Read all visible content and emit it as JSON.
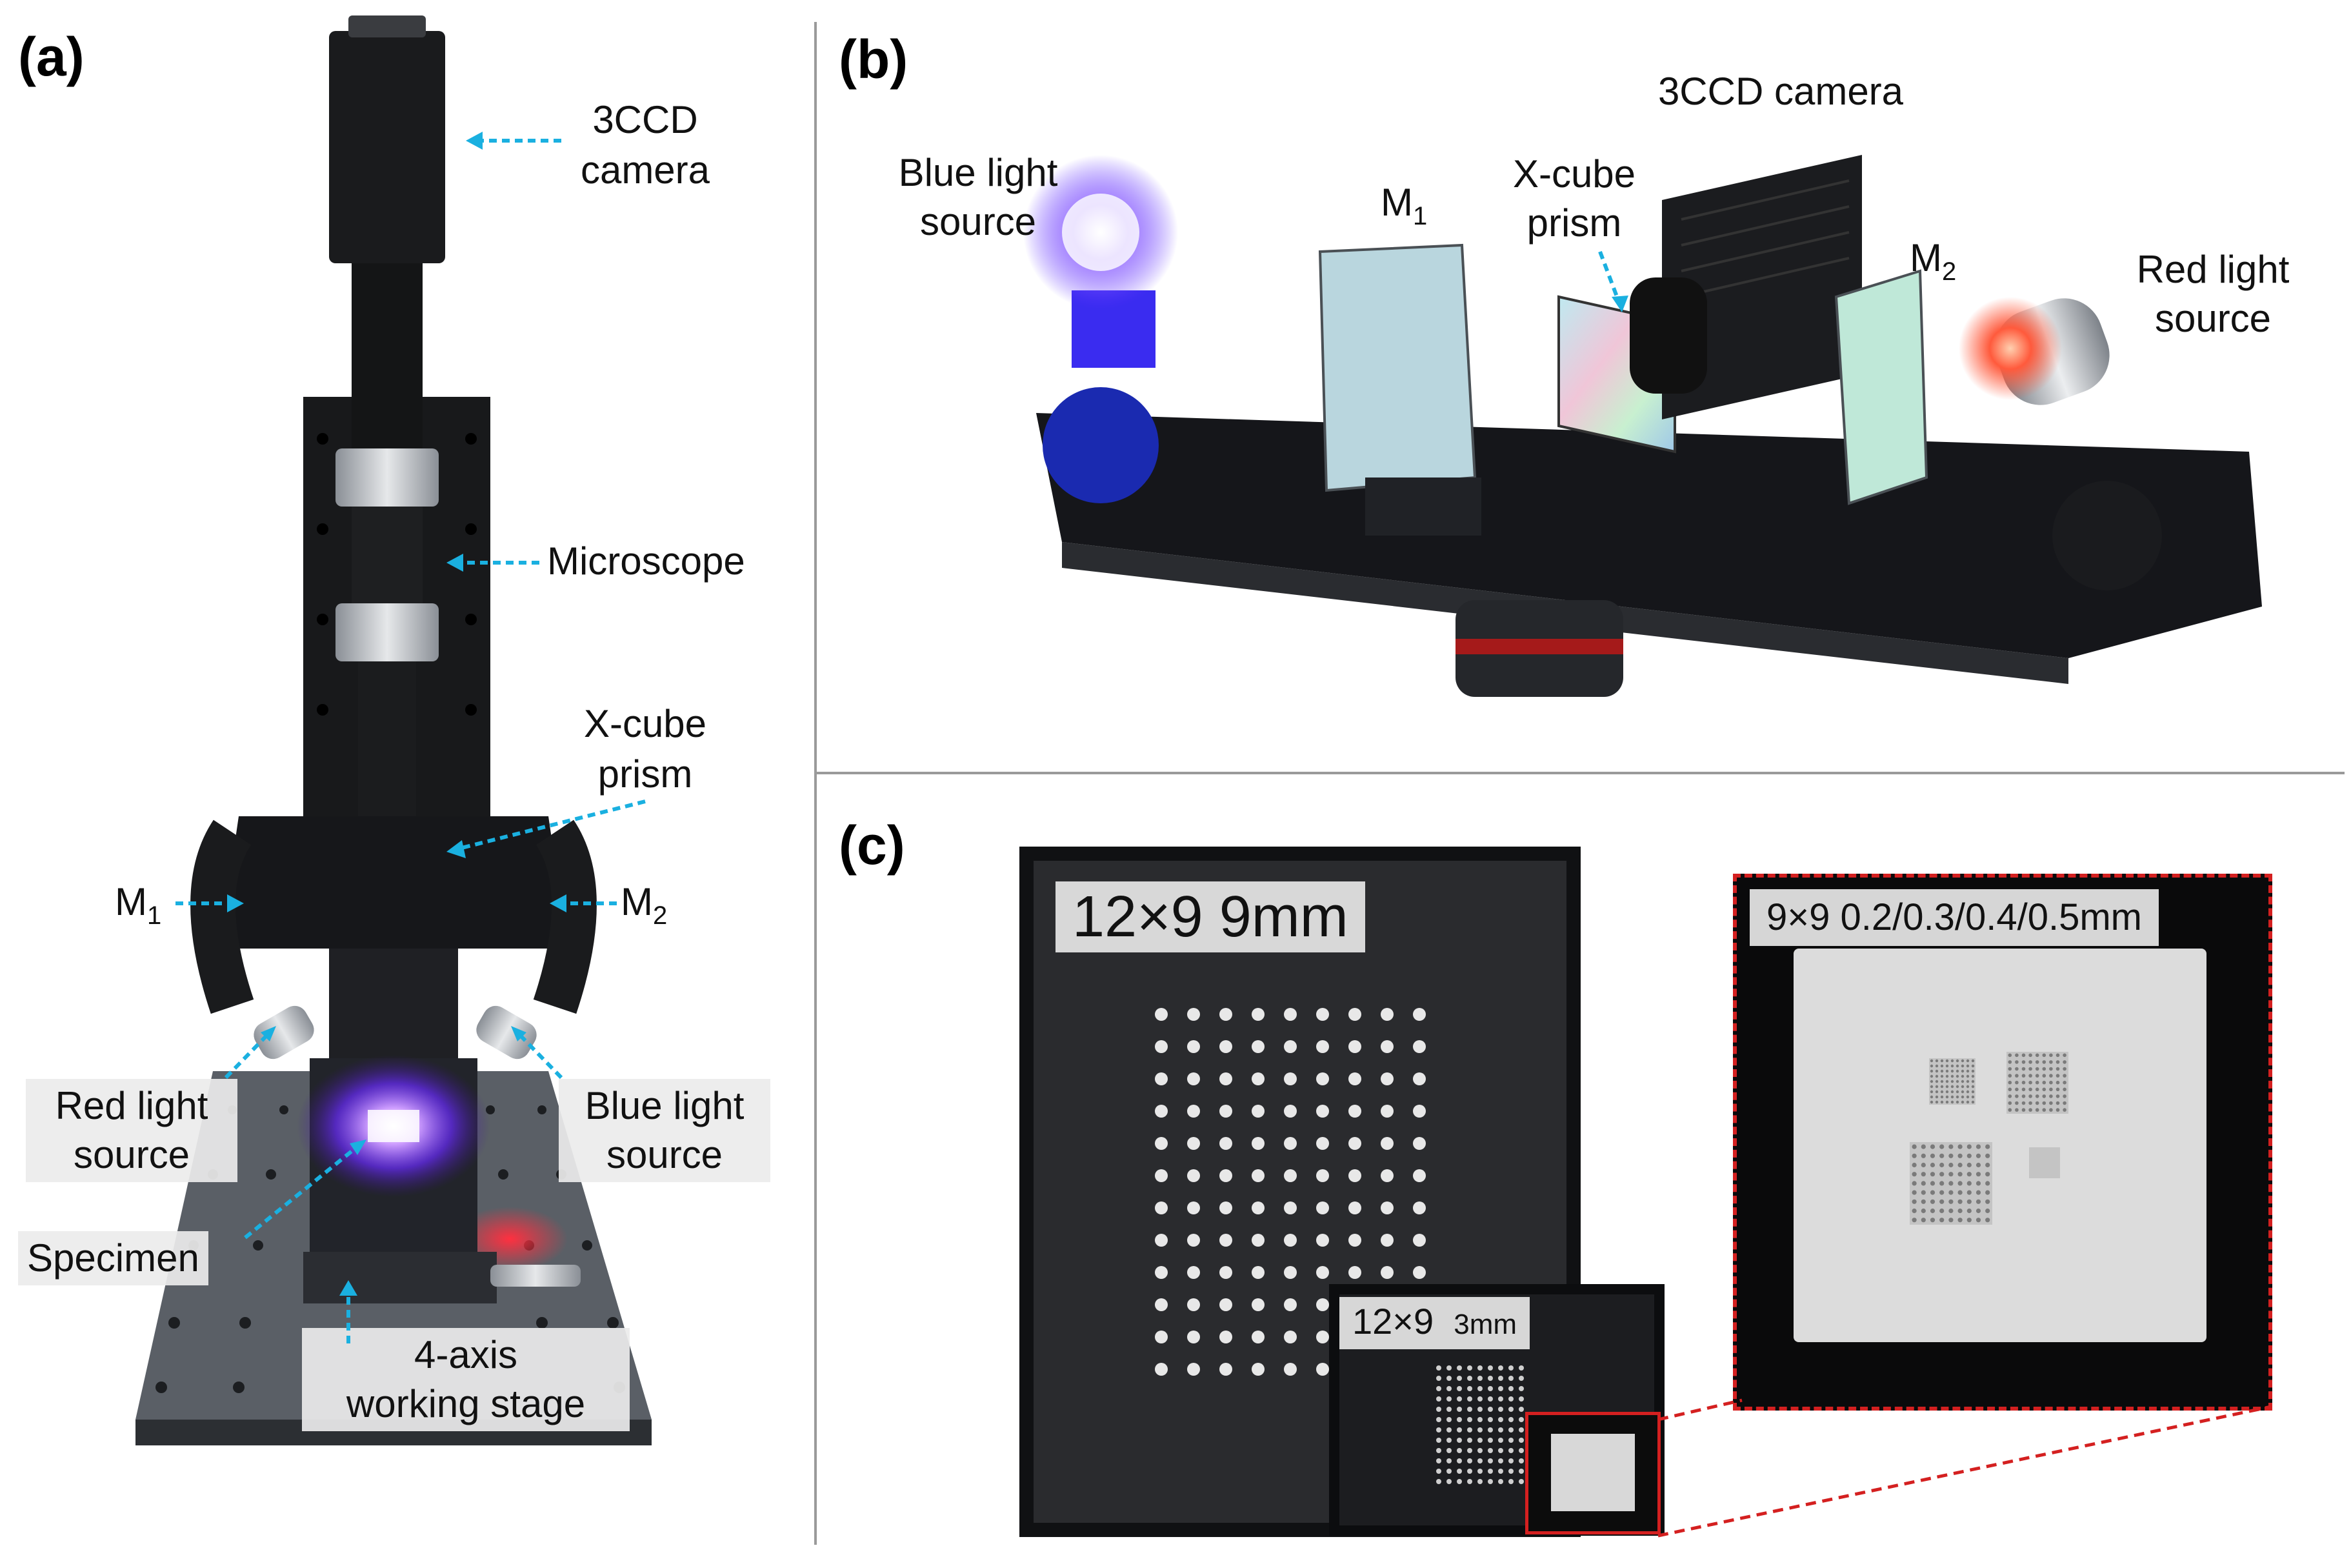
{
  "panels": {
    "a": {
      "letter": "(a)",
      "labels": {
        "camera": [
          "3CCD",
          "camera"
        ],
        "microscope": "Microscope",
        "xcube": [
          "X-cube",
          "prism"
        ],
        "m1": "M",
        "m1_sub": "1",
        "m2": "M",
        "m2_sub": "2",
        "red_light": [
          "Red light",
          "source"
        ],
        "blue_light": [
          "Blue light",
          "source"
        ],
        "specimen": "Specimen",
        "stage": [
          "4-axis",
          "working stage"
        ]
      }
    },
    "b": {
      "letter": "(b)",
      "labels": {
        "camera": "3CCD camera",
        "blue_light": [
          "Blue light",
          "source"
        ],
        "m1": "M",
        "m1_sub": "1",
        "xcube": [
          "X-cube",
          "prism"
        ],
        "m2": "M",
        "m2_sub": "2",
        "red_light": [
          "Red light",
          "source"
        ]
      }
    },
    "c": {
      "letter": "(c)",
      "labels": {
        "big_board": "12×9  9mm",
        "small_board": "12×9",
        "small_board_size": "3mm",
        "zoom_board": "9×9  0.2/0.3/0.4/0.5mm"
      }
    }
  },
  "colors": {
    "arrow": "#1ab0e0",
    "zoom_frame": "#d42020",
    "blue_light": "#5a2cff",
    "red_light": "#ff5a3c"
  }
}
